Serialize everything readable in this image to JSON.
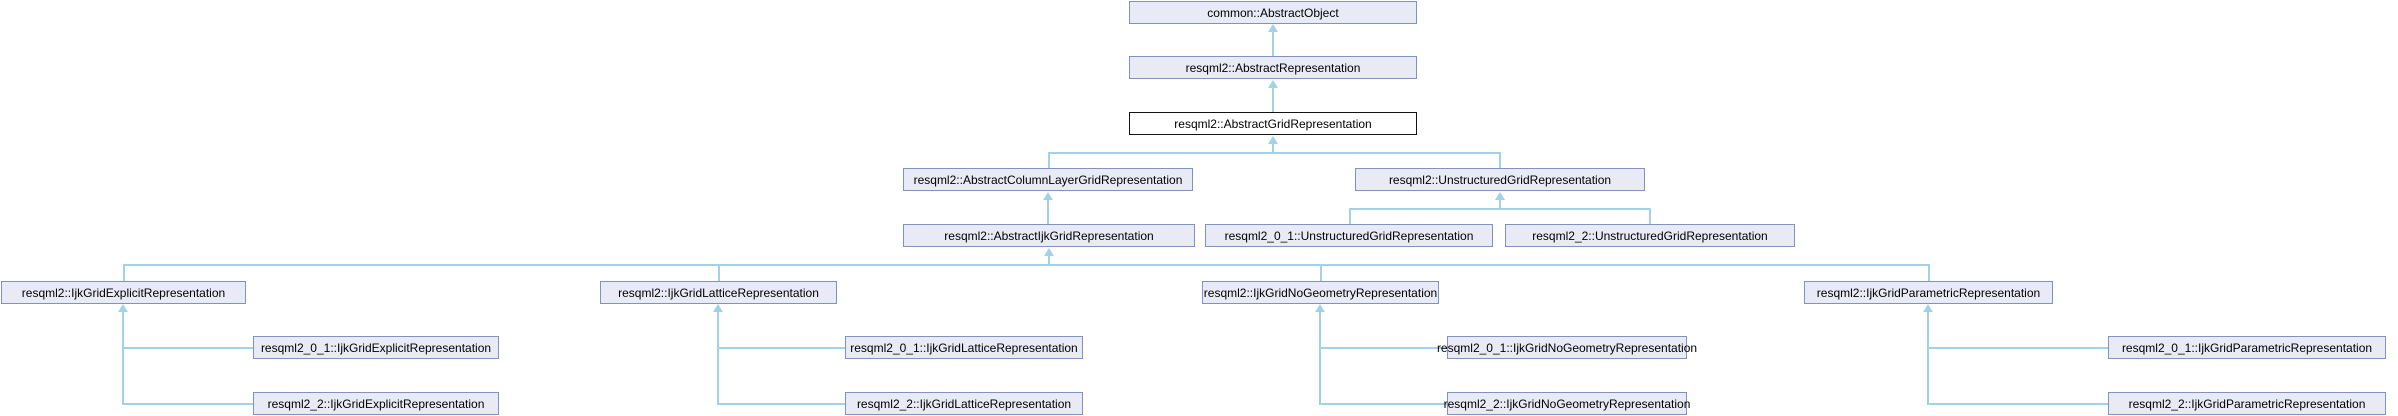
{
  "diagram": {
    "kind": "class-inheritance-graph",
    "focus_node": "resqml2::AbstractGridRepresentation",
    "arrow_direction": "child-points-up-to-parent",
    "colors": {
      "node_fill": "#e8ebf5",
      "node_border": "#8191c1",
      "focus_fill": "#ffffff",
      "focus_border": "#141414",
      "edge": "#a3d2e8",
      "text": "#000000",
      "background": "#ffffff"
    },
    "nodes": [
      {
        "id": "common-abstract-object",
        "label": "common::AbstractObject"
      },
      {
        "id": "abstract-representation",
        "label": "resqml2::AbstractRepresentation"
      },
      {
        "id": "abstract-grid-representation",
        "label": "resqml2::AbstractGridRepresentation",
        "focus": true
      },
      {
        "id": "abstract-column-layer-grid",
        "label": "resqml2::AbstractColumnLayerGridRepresentation"
      },
      {
        "id": "unstructured-grid",
        "label": "resqml2::UnstructuredGridRepresentation"
      },
      {
        "id": "abstract-ijk-grid",
        "label": "resqml2::AbstractIjkGridRepresentation"
      },
      {
        "id": "unstructured-grid-2-0-1",
        "label": "resqml2_0_1::UnstructuredGridRepresentation"
      },
      {
        "id": "unstructured-grid-2-2",
        "label": "resqml2_2::UnstructuredGridRepresentation"
      },
      {
        "id": "ijk-explicit",
        "label": "resqml2::IjkGridExplicitRepresentation"
      },
      {
        "id": "ijk-lattice",
        "label": "resqml2::IjkGridLatticeRepresentation"
      },
      {
        "id": "ijk-no-geometry",
        "label": "resqml2::IjkGridNoGeometryRepresentation"
      },
      {
        "id": "ijk-parametric",
        "label": "resqml2::IjkGridParametricRepresentation"
      },
      {
        "id": "ijk-explicit-2-0-1",
        "label": "resqml2_0_1::IjkGridExplicitRepresentation"
      },
      {
        "id": "ijk-explicit-2-2",
        "label": "resqml2_2::IjkGridExplicitRepresentation"
      },
      {
        "id": "ijk-lattice-2-0-1",
        "label": "resqml2_0_1::IjkGridLatticeRepresentation"
      },
      {
        "id": "ijk-lattice-2-2",
        "label": "resqml2_2::IjkGridLatticeRepresentation"
      },
      {
        "id": "ijk-no-geometry-2-0-1",
        "label": "resqml2_0_1::IjkGridNoGeometryRepresentation"
      },
      {
        "id": "ijk-no-geometry-2-2",
        "label": "resqml2_2::IjkGridNoGeometryRepresentation"
      },
      {
        "id": "ijk-parametric-2-0-1",
        "label": "resqml2_0_1::IjkGridParametricRepresentation"
      },
      {
        "id": "ijk-parametric-2-2",
        "label": "resqml2_2::IjkGridParametricRepresentation"
      }
    ],
    "edges": [
      {
        "child": "abstract-representation",
        "parent": "common-abstract-object"
      },
      {
        "child": "abstract-grid-representation",
        "parent": "abstract-representation"
      },
      {
        "child": "abstract-column-layer-grid",
        "parent": "abstract-grid-representation"
      },
      {
        "child": "unstructured-grid",
        "parent": "abstract-grid-representation"
      },
      {
        "child": "abstract-ijk-grid",
        "parent": "abstract-column-layer-grid"
      },
      {
        "child": "unstructured-grid-2-0-1",
        "parent": "unstructured-grid"
      },
      {
        "child": "unstructured-grid-2-2",
        "parent": "unstructured-grid"
      },
      {
        "child": "ijk-explicit",
        "parent": "abstract-ijk-grid"
      },
      {
        "child": "ijk-lattice",
        "parent": "abstract-ijk-grid"
      },
      {
        "child": "ijk-no-geometry",
        "parent": "abstract-ijk-grid"
      },
      {
        "child": "ijk-parametric",
        "parent": "abstract-ijk-grid"
      },
      {
        "child": "ijk-explicit-2-0-1",
        "parent": "ijk-explicit"
      },
      {
        "child": "ijk-explicit-2-2",
        "parent": "ijk-explicit"
      },
      {
        "child": "ijk-lattice-2-0-1",
        "parent": "ijk-lattice"
      },
      {
        "child": "ijk-lattice-2-2",
        "parent": "ijk-lattice"
      },
      {
        "child": "ijk-no-geometry-2-0-1",
        "parent": "ijk-no-geometry"
      },
      {
        "child": "ijk-no-geometry-2-2",
        "parent": "ijk-no-geometry"
      },
      {
        "child": "ijk-parametric-2-0-1",
        "parent": "ijk-parametric"
      },
      {
        "child": "ijk-parametric-2-2",
        "parent": "ijk-parametric"
      }
    ]
  }
}
